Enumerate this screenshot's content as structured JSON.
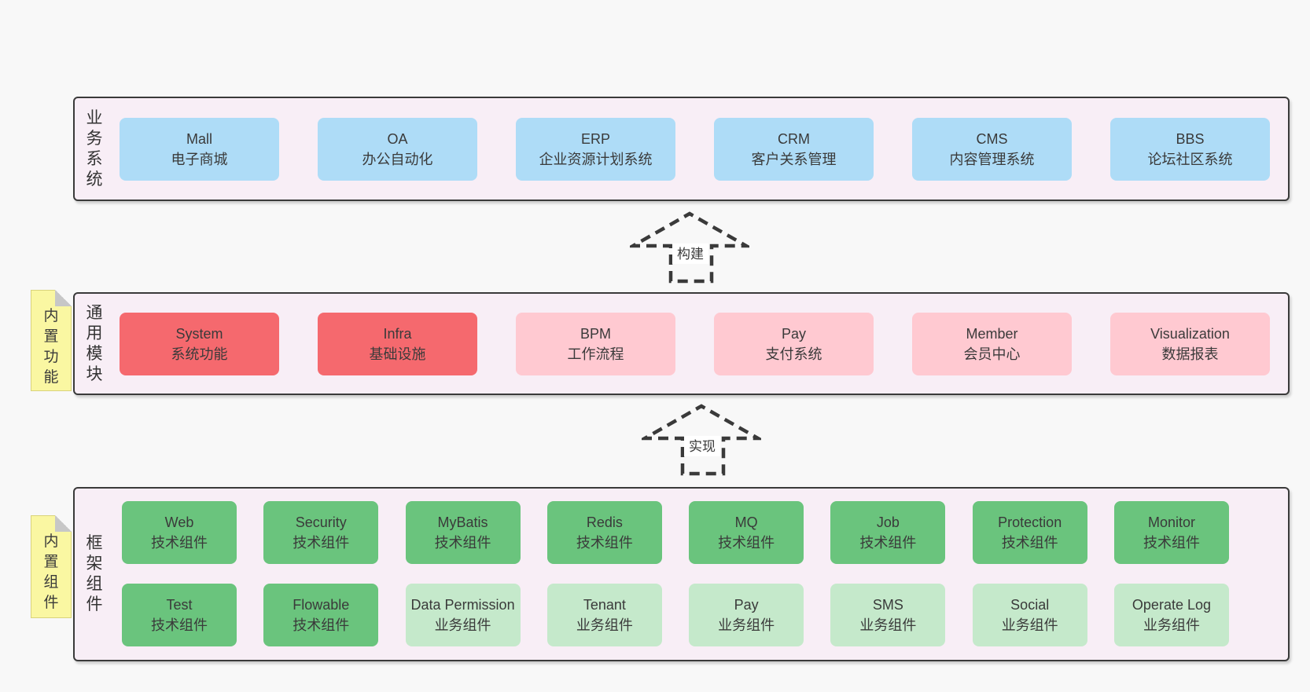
{
  "layers": {
    "business": {
      "label": "业务系统",
      "boxes": [
        {
          "title": "Mall",
          "subtitle": "电子商城"
        },
        {
          "title": "OA",
          "subtitle": "办公自动化"
        },
        {
          "title": "ERP",
          "subtitle": "企业资源计划系统"
        },
        {
          "title": "CRM",
          "subtitle": "客户关系管理"
        },
        {
          "title": "CMS",
          "subtitle": "内容管理系统"
        },
        {
          "title": "BBS",
          "subtitle": "论坛社区系统"
        }
      ]
    },
    "modules": {
      "label": "通用模块",
      "sticky": "内置功能",
      "boxes": [
        {
          "title": "System",
          "subtitle": "系统功能"
        },
        {
          "title": "Infra",
          "subtitle": "基础设施"
        },
        {
          "title": "BPM",
          "subtitle": "工作流程"
        },
        {
          "title": "Pay",
          "subtitle": "支付系统"
        },
        {
          "title": "Member",
          "subtitle": "会员中心"
        },
        {
          "title": "Visualization",
          "subtitle": "数据报表"
        }
      ]
    },
    "framework": {
      "label": "框架组件",
      "sticky": "内置组件",
      "rows": [
        [
          {
            "title": "Web",
            "subtitle": "技术组件"
          },
          {
            "title": "Security",
            "subtitle": "技术组件"
          },
          {
            "title": "MyBatis",
            "subtitle": "技术组件"
          },
          {
            "title": "Redis",
            "subtitle": "技术组件"
          },
          {
            "title": "MQ",
            "subtitle": "技术组件"
          },
          {
            "title": "Job",
            "subtitle": "技术组件"
          },
          {
            "title": "Protection",
            "subtitle": "技术组件"
          },
          {
            "title": "Monitor",
            "subtitle": "技术组件"
          }
        ],
        [
          {
            "title": "Test",
            "subtitle": "技术组件"
          },
          {
            "title": "Flowable",
            "subtitle": "技术组件"
          },
          {
            "title": "Data Permission",
            "subtitle": "业务组件"
          },
          {
            "title": "Tenant",
            "subtitle": "业务组件"
          },
          {
            "title": "Pay",
            "subtitle": "业务组件"
          },
          {
            "title": "SMS",
            "subtitle": "业务组件"
          },
          {
            "title": "Social",
            "subtitle": "业务组件"
          },
          {
            "title": "Operate Log",
            "subtitle": "业务组件"
          }
        ]
      ]
    }
  },
  "arrows": [
    {
      "label": "构建"
    },
    {
      "label": "实现"
    }
  ],
  "colors": {
    "canvas_bg": "#f8f8f8",
    "panel_bg": "#f8eef6",
    "panel_border": "#3a3a3a",
    "box_blue": "#aedcf7",
    "box_red": "#f5696e",
    "box_pink": "#ffc9d1",
    "box_green": "#6ac47d",
    "box_light_green": "#c5e9cb",
    "sticky_yellow": "#faf7a2",
    "arrow": "#3a3a3a"
  }
}
